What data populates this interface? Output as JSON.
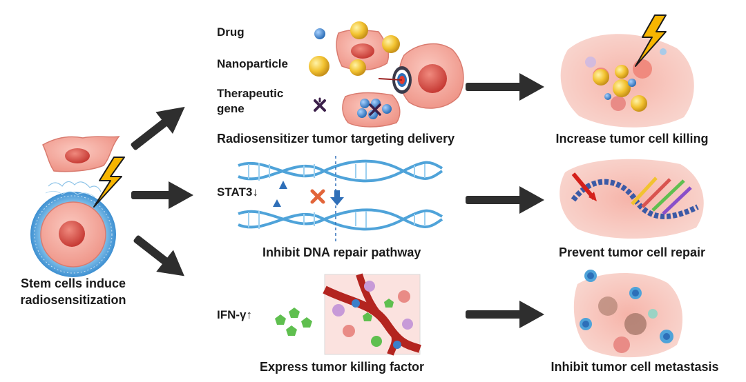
{
  "source_cell": {
    "caption_line1": "Stem cells induce",
    "caption_line2": "radiosensitization"
  },
  "targeting": {
    "legend": {
      "drug": "Drug",
      "nanoparticle": "Nanoparticle",
      "gene_line1": "Therapeutic",
      "gene_line2": "gene"
    },
    "caption": "Radiosensitizer tumor targeting delivery",
    "outcome": "Increase tumor cell killing"
  },
  "dna_repair": {
    "marker": "STAT3↓",
    "caption": "Inhibit DNA repair pathway",
    "outcome": "Prevent tumor cell repair"
  },
  "killing_factor": {
    "marker": "IFN-γ↑",
    "caption": "Express tumor killing factor",
    "outcome": "Inhibit tumor cell metastasis"
  },
  "colors": {
    "arrow": "#2e2e2e",
    "cell_pink": "#f2a29a",
    "nucleus": "#d9534f",
    "bolt": "#f7b500",
    "dna": "#4fa3d9",
    "nanoparticle": "#f2c230",
    "drug": "#3a7fc9",
    "factor": "#5fbf4f"
  }
}
